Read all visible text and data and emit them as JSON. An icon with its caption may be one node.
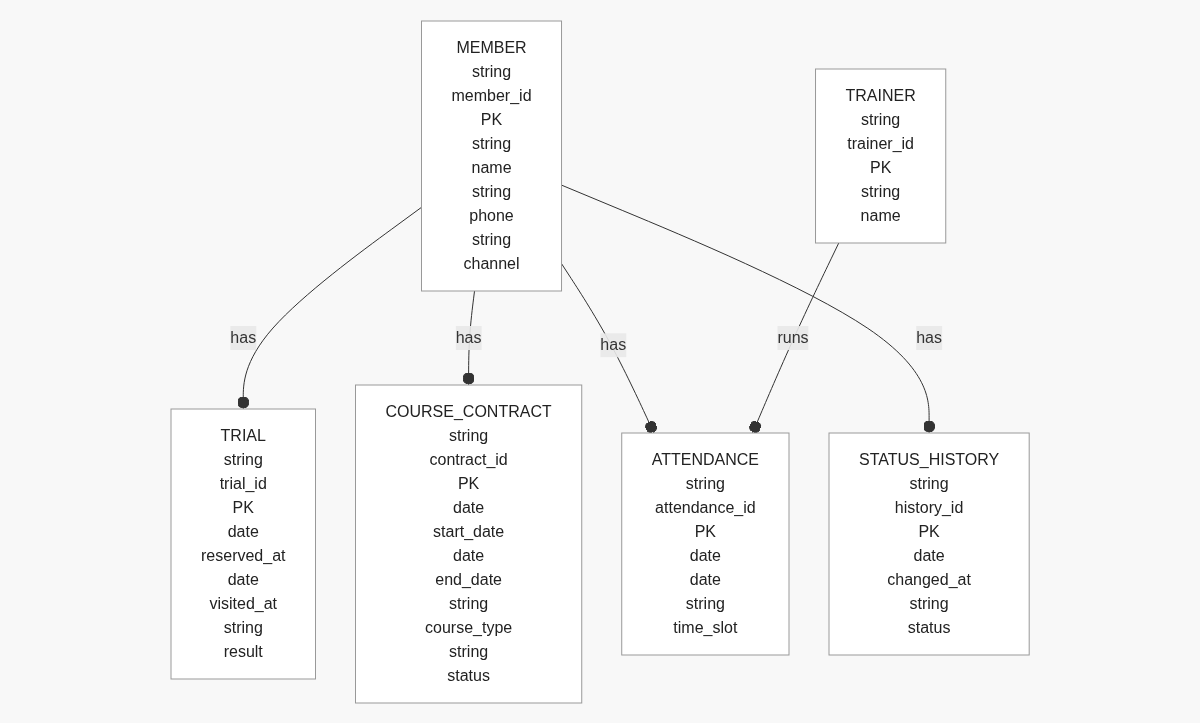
{
  "diagram": {
    "nodes": [
      {
        "text": [
          "MEMBER",
          "string",
          "member_id",
          "PK",
          "string",
          "name",
          "string",
          "phone",
          "string",
          "channel"
        ]
      },
      {
        "text": [
          "TRAINER",
          "string",
          "trainer_id",
          "PK",
          "string",
          "name"
        ]
      },
      {
        "text": [
          "TRIAL",
          "string",
          "trial_id",
          "PK",
          "date",
          "reserved_at",
          "date",
          "visited_at",
          "string",
          "result"
        ]
      },
      {
        "text": [
          "COURSE_CONTRACT",
          "string",
          "contract_id",
          "PK",
          "date",
          "start_date",
          "date",
          "end_date",
          "string",
          "course_type",
          "string",
          "status"
        ]
      },
      {
        "text": [
          "ATTENDANCE",
          "string",
          "attendance_id",
          "PK",
          "date",
          "date",
          "string",
          "time_slot"
        ]
      },
      {
        "text": [
          "STATUS_HISTORY",
          "string",
          "history_id",
          "PK",
          "date",
          "changed_at",
          "string",
          "status"
        ]
      }
    ],
    "edges": [
      {
        "from": 0,
        "to": 2,
        "arrow": "other",
        "label": "has"
      },
      {
        "from": 0,
        "to": 3,
        "arrow": "other",
        "label": "has"
      },
      {
        "from": 0,
        "to": 4,
        "arrow": "other",
        "label": "has"
      },
      {
        "from": 0,
        "to": 5,
        "arrow": "other",
        "label": "has"
      },
      {
        "from": 1,
        "to": 4,
        "arrow": "other",
        "label": "runs"
      }
    ]
  }
}
